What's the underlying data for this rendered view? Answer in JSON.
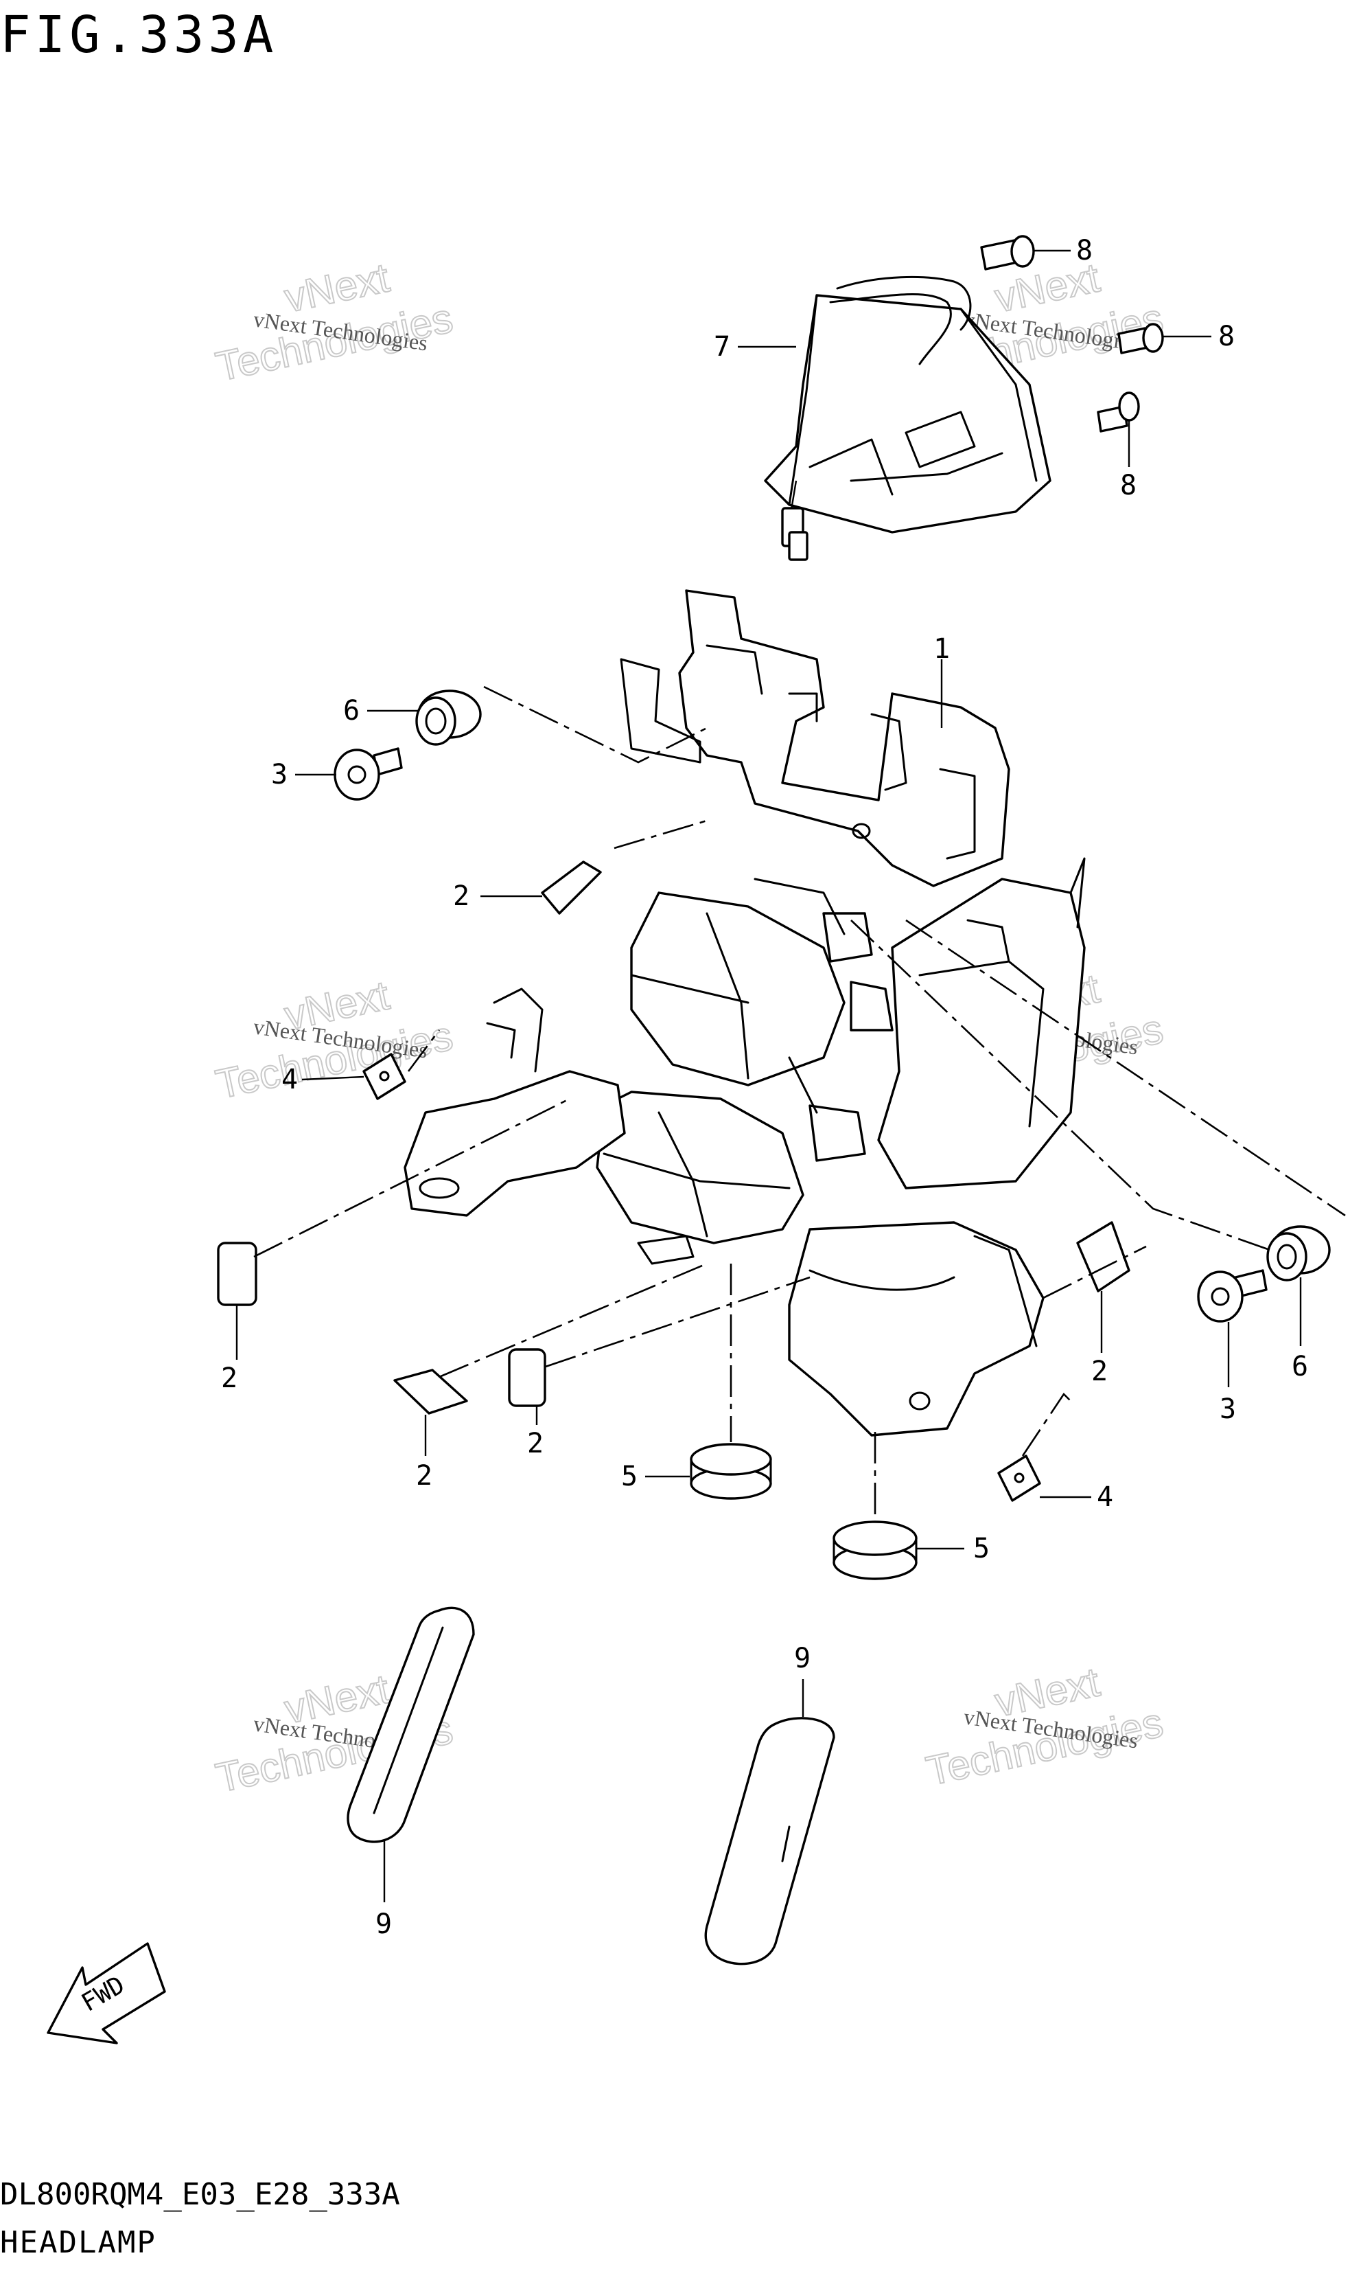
{
  "figure": {
    "title": "FIG.333A",
    "document_code": "DL800RQM4_E03_E28_333A",
    "name": "HEADLAMP",
    "fwd_label": "FWD",
    "fwd_icon": "fwd-arrow-icon"
  },
  "watermark": {
    "line1": "vNext Technologies",
    "line2": "vNext",
    "line3": "Technologies"
  },
  "callouts": [
    "1",
    "2",
    "3",
    "4",
    "5",
    "6",
    "7",
    "8",
    "9"
  ]
}
